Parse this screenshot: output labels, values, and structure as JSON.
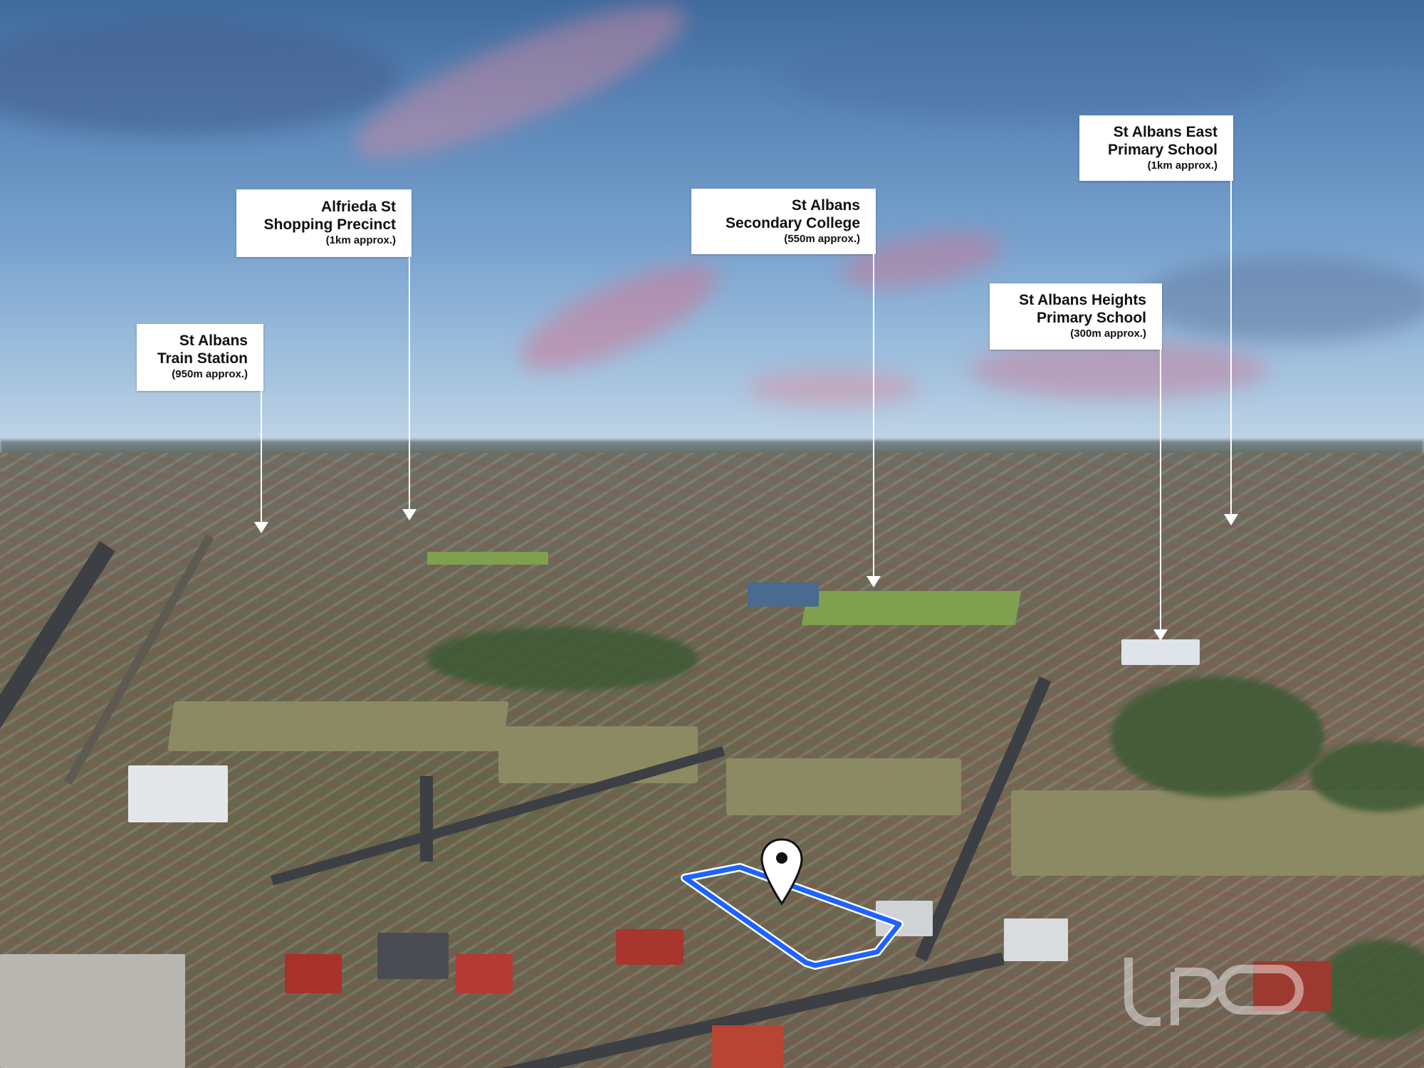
{
  "labels": {
    "train_station": {
      "line1": "St Albans",
      "line2": "Train Station",
      "distance": "(950m approx.)"
    },
    "shopping_precinct": {
      "line1": "Alfrieda St",
      "line2": "Shopping Precinct",
      "distance": "(1km approx.)"
    },
    "secondary_college": {
      "line1": "St Albans",
      "line2": "Secondary College",
      "distance": "(550m approx.)"
    },
    "heights_primary": {
      "line1": "St Albans Heights",
      "line2": "Primary School",
      "distance": "(300m approx.)"
    },
    "east_primary": {
      "line1": "St Albans East",
      "line2": "Primary School",
      "distance": "(1km approx.)"
    }
  },
  "colors": {
    "property_outline": "#1e63ff",
    "label_bg": "#ffffff",
    "label_text": "#111111"
  },
  "icons": {
    "property_marker": "map-pin-icon",
    "watermark": "agency-logo-watermark"
  }
}
